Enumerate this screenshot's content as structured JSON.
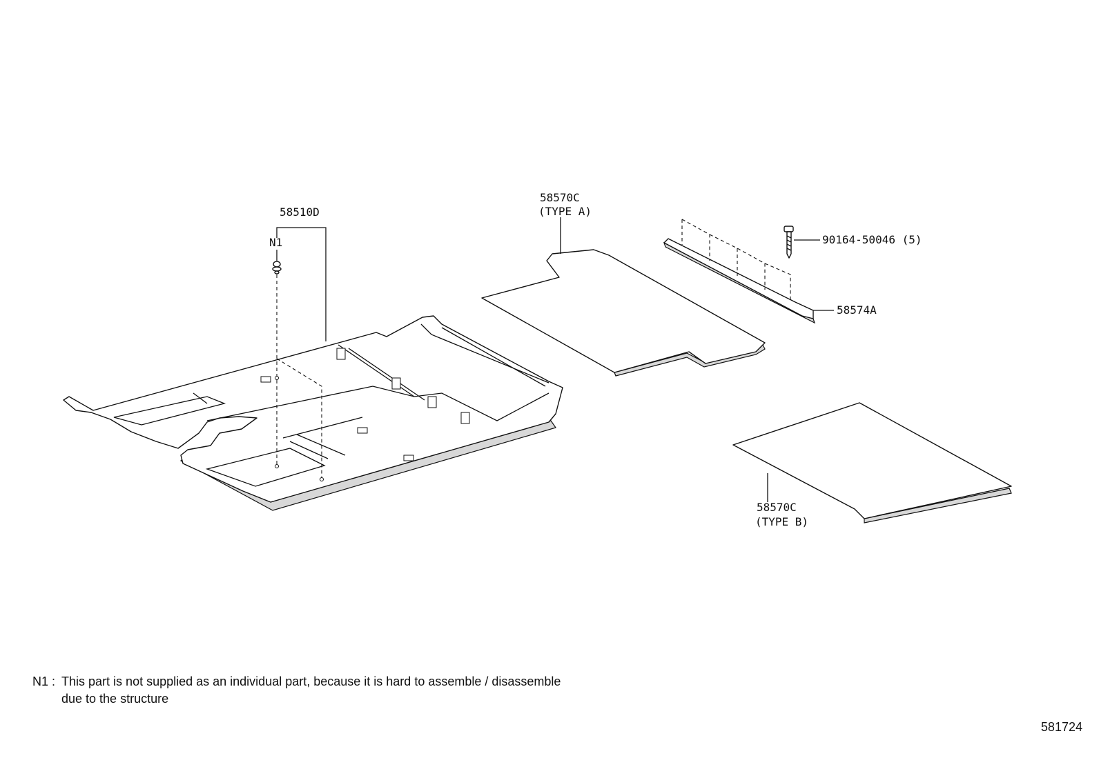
{
  "callouts": {
    "carpet_front": "58510D",
    "n1_marker": "N1",
    "mat_a_part": "58570C",
    "mat_a_type": "(TYPE A)",
    "screw": "90164-50046 (5)",
    "plate": "58574A",
    "mat_b_part": "58570C",
    "mat_b_type": "(TYPE B)"
  },
  "footnote": {
    "marker": "N1 :",
    "line1": "This part is not supplied as an individual part, because it is hard to assemble / disassemble",
    "line2": "due to the structure"
  },
  "figure_number": "581724"
}
